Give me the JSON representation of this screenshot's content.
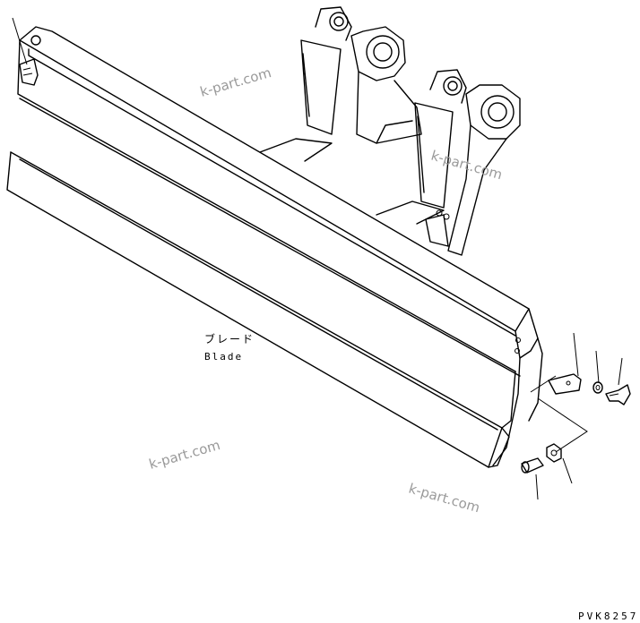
{
  "labels": {
    "part_jp": "ブレード",
    "part_en": "Blade"
  },
  "watermarks": [
    "k-part.com",
    "k-part.com",
    "k-part.com",
    "k-part.com"
  ],
  "drawing_code": "PVK8257"
}
